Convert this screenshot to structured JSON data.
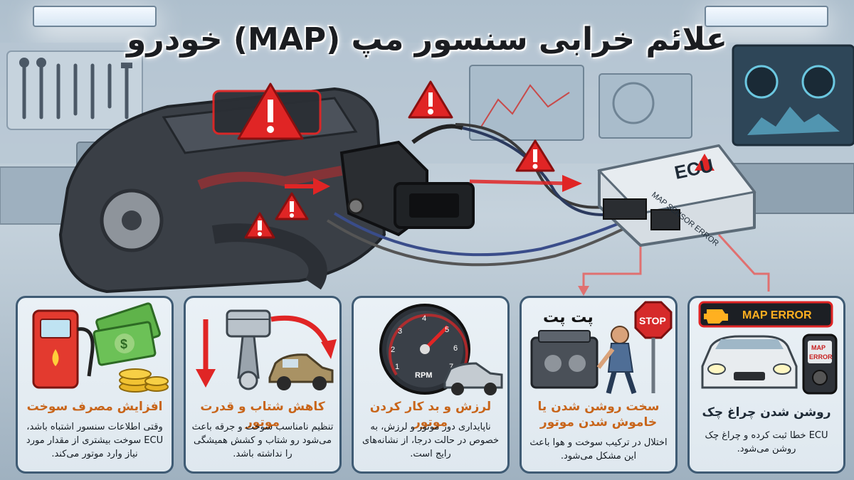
{
  "title": "علائم خرابی سنسور مپ (MAP) خودرو",
  "ecu": {
    "label": "ECU",
    "error_text": "MAP SENSOR ERROR"
  },
  "labels": {
    "stop_sign": "STOP",
    "sound_text": "پت پت",
    "rpm": "RPM",
    "dash_error": "MAP ERROR",
    "scanner_line1": "MAP",
    "scanner_line2": "ERROR"
  },
  "gauge_ticks": [
    "1",
    "2",
    "3",
    "4",
    "5",
    "6",
    "7"
  ],
  "cards": [
    {
      "title": "افزایش مصرف سوخت",
      "description": "وقتی اطلاعات سنسور اشتباه باشد، ECU سوخت بیشتری از مقدار مورد نیاز وارد موتور می‌کند."
    },
    {
      "title": "کاهش شتاب و قدرت موتور",
      "description": "تنظیم نامناسب سوخت و جرقه باعث می‌شود رو شتاب و کشش همیشگی را نداشته باشد."
    },
    {
      "title": "لرزش و بد کار کردن موتور",
      "description": "ناپایداری دور موتور و لرزش، به خصوص در حالت درجا، از نشانه‌های رایج است."
    },
    {
      "title": "سخت روشن شدن یا خاموش شدن موتور",
      "description": "اختلال در ترکیب سوخت و هوا باعث این مشکل می‌شود."
    },
    {
      "title": "روشن شدن چراغ چک",
      "description": "ECU خطا ثبت کرده و چراغ چک روشن می‌شود."
    }
  ],
  "colors": {
    "warning_red": "#e02525",
    "card_border": "#3f5b74",
    "accent_orange": "#c8651a",
    "dash_amber": "#ffb020"
  }
}
